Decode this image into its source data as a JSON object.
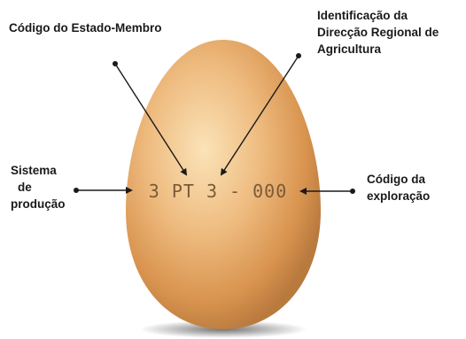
{
  "egg_code": "3 PT 3 - 000",
  "labels": {
    "member_state": [
      "Código do Estado-Membro"
    ],
    "regional_direction": [
      "Identificação da",
      "Direcção Regional de",
      "Agricultura"
    ],
    "production_system": [
      "Sistema",
      "de",
      "produção"
    ],
    "farm_code": [
      "Código da",
      "exploração"
    ]
  },
  "colors": {
    "egg_light": "#f7d7a3",
    "egg_mid": "#e9ad6c",
    "egg_dark": "#b97a3e",
    "arrow": "#1a1a1a",
    "text": "#1a1a1a"
  }
}
